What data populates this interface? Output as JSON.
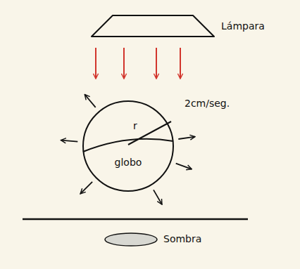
{
  "diagram": {
    "nodes": [
      {
        "text": [
          "Lámpara"
        ]
      },
      {
        "text": [
          "globo"
        ]
      },
      {
        "text": [
          "Sombra"
        ]
      }
    ],
    "labels": [
      "r",
      "2cm/seg."
    ]
  }
}
